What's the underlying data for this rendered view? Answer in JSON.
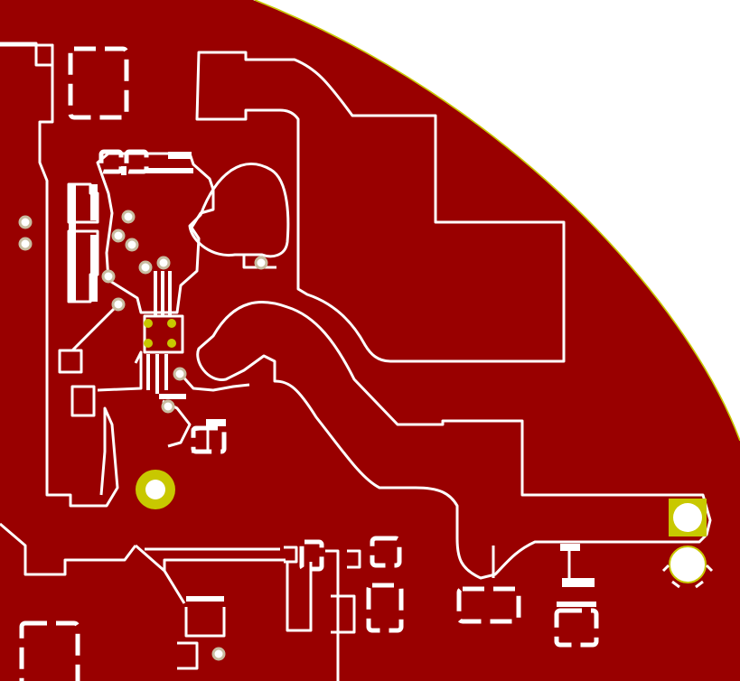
{
  "view": {
    "background": "#ffffff",
    "copper_color": "#990000",
    "outline_color": "#c8c800",
    "pad_color": "#c8c800",
    "via_color": "#c8bca0",
    "clearance_color": "#ffffff"
  },
  "components": [
    {
      "kind": "copper-pour",
      "icon": "copper-fill"
    },
    {
      "kind": "board-outline",
      "icon": "arc-outline"
    },
    {
      "kind": "power-trace",
      "icon": "wide-trace"
    },
    {
      "kind": "smd-pad",
      "icon": "pad-outline"
    },
    {
      "kind": "via",
      "icon": "via-ring"
    },
    {
      "kind": "through-hole-pad",
      "icon": "thru-hole"
    },
    {
      "kind": "mounting-hole",
      "icon": "mount-ring"
    }
  ]
}
